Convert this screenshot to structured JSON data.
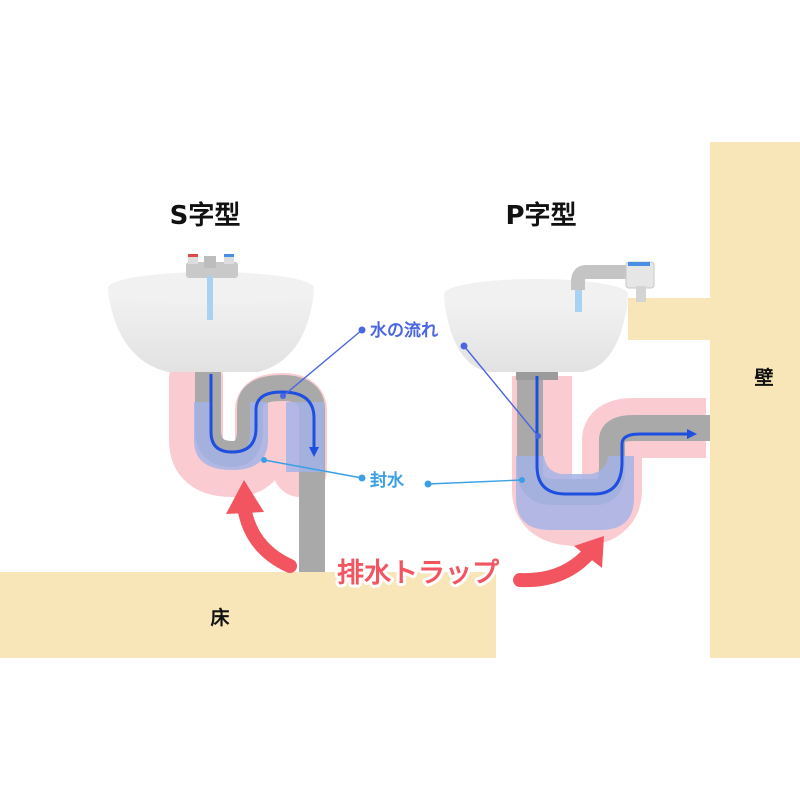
{
  "diagram": {
    "titles": {
      "s_type": "S字型",
      "p_type": "P字型"
    },
    "surfaces": {
      "floor": "床",
      "wall": "壁"
    },
    "callouts": {
      "water_flow": "水の流れ",
      "seal_water": "封水",
      "drain_trap": "排水トラップ"
    },
    "colors": {
      "floor_wall": "#f8e6b8",
      "pipe": "#a9a9a9",
      "pipe_dark": "#8a8a8a",
      "basin": "#ececec",
      "seal_water": "#a5b3e6",
      "trap_glow": "#f9c6cc",
      "flow_arrow": "#1f4fe0",
      "water_flow_text": "#4a66e0",
      "seal_text": "#3aa0e6",
      "accent_red": "#f25560",
      "faucet_water": "#a9d2f2"
    }
  }
}
